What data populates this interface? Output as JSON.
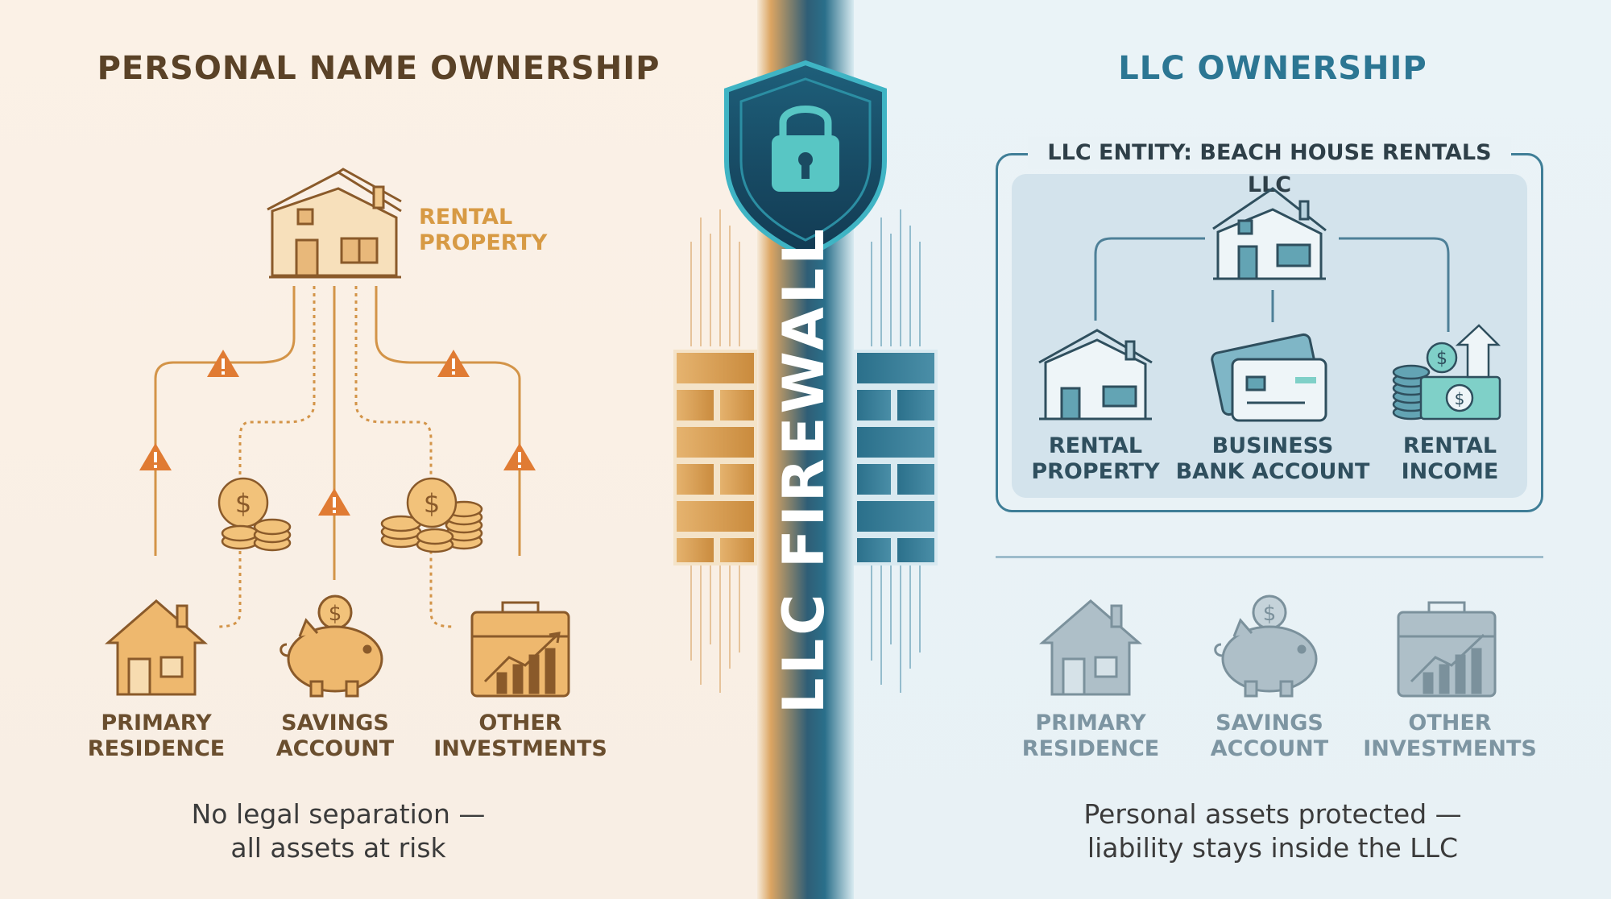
{
  "left_panel": {
    "title": "PERSONAL NAME OWNERSHIP",
    "rental_property": [
      "RENTAL",
      "PROPERTY"
    ],
    "assets": [
      {
        "line1": "PRIMARY",
        "line2": "RESIDENCE"
      },
      {
        "line1": "SAVINGS",
        "line2": "ACCOUNT"
      },
      {
        "line1": "OTHER",
        "line2": "INVESTMENTS"
      }
    ],
    "caption": [
      "No legal separation —",
      "all assets at risk"
    ],
    "colors": {
      "accent": "#d79a44",
      "warning": "#e07b33",
      "text": "#5a4227"
    }
  },
  "firewall": {
    "label": "LLC FIREWALL",
    "icon": "shield-lock-icon",
    "colors": {
      "warm": "#dca562",
      "cool": "#2a6f8a"
    }
  },
  "right_panel": {
    "title": "LLC OWNERSHIP",
    "entity_title": "LLC ENTITY: BEACH HOUSE RENTALS LLC",
    "entity_items": [
      {
        "line1": "RENTAL",
        "line2": "PROPERTY"
      },
      {
        "line1": "BUSINESS",
        "line2": "BANK ACCOUNT"
      },
      {
        "line1": "RENTAL",
        "line2": "INCOME"
      }
    ],
    "assets": [
      {
        "line1": "PRIMARY",
        "line2": "RESIDENCE"
      },
      {
        "line1": "SAVINGS",
        "line2": "ACCOUNT"
      },
      {
        "line1": "OTHER",
        "line2": "INVESTMENTS"
      }
    ],
    "caption": [
      "Personal assets protected —",
      "liability stays inside the LLC"
    ],
    "colors": {
      "accent": "#2c7693",
      "muted": "#8fa7b4"
    }
  }
}
